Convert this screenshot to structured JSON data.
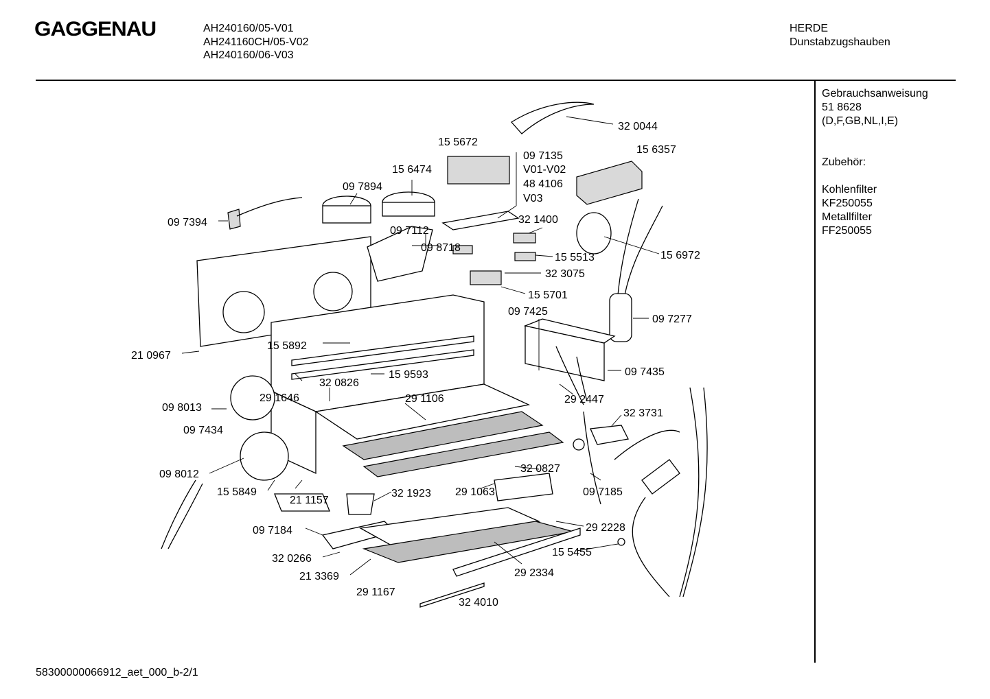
{
  "header": {
    "brand": "GAGGENAU",
    "models": [
      "AH240160/05-V01",
      "AH241160CH/05-V02",
      "AH240160/06-V03"
    ],
    "category": [
      "HERDE",
      "Dunstabzugshauben"
    ]
  },
  "sidebar": {
    "manual_label": "Gebrauchsanweisung",
    "manual_number": "51 8628",
    "manual_languages": "(D,F,GB,NL,I,E)",
    "accessories_label": "Zubehör:",
    "accessories": [
      {
        "name": "Kohlenfilter",
        "code": "KF250055"
      },
      {
        "name": "Metallfilter",
        "code": "FF250055"
      }
    ]
  },
  "diagram": {
    "part_labels": [
      "32 0044",
      "15 5672",
      "09 7135",
      "V01-V02",
      "48 4106",
      "V03",
      "15 6357",
      "15 6474",
      "09 7894",
      "09 7394",
      "32 1400",
      "09 7112",
      "15 6972",
      "15 5513",
      "09 8718",
      "32 3075",
      "15 5701",
      "09 7425",
      "09 7277",
      "15 5892",
      "21 0967",
      "09 7435",
      "15 9593",
      "32 0826",
      "29 1646",
      "29 1106",
      "29 2447",
      "09 8013",
      "32 3731",
      "09 7434",
      "09 8012",
      "32 0827",
      "15 5849",
      "21 1157",
      "32 1923",
      "29 1063",
      "09 7185",
      "09 7184",
      "29 2228",
      "15 5455",
      "32 0266",
      "29 2334",
      "21 3369",
      "29 1167",
      "32 4010"
    ]
  },
  "footer": {
    "doc_id": "58300000066912_aet_000_b-2/1"
  }
}
